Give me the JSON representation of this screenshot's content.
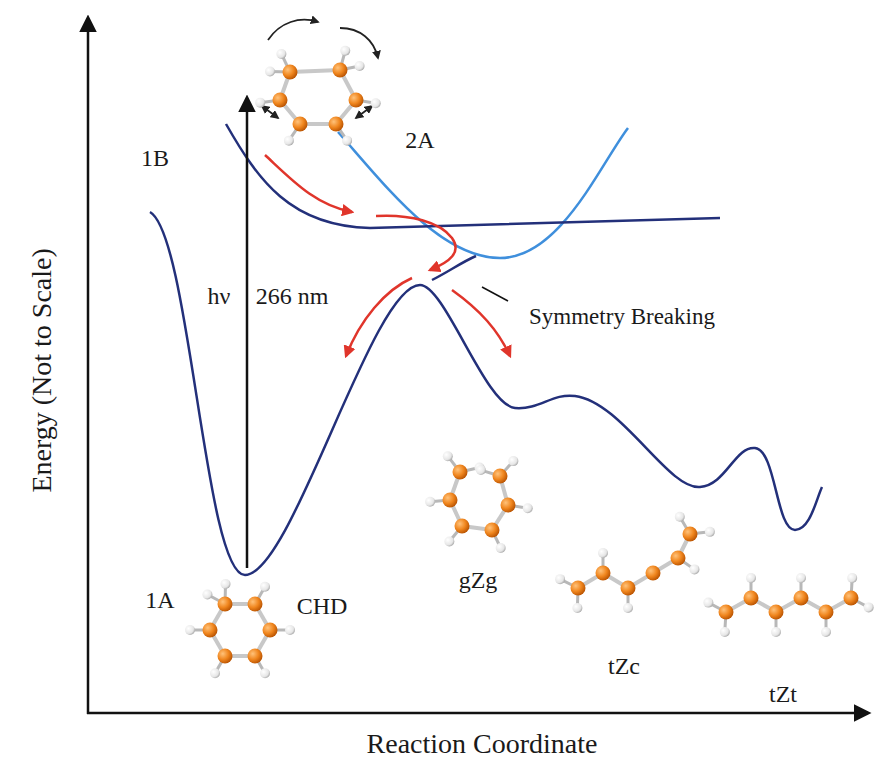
{
  "diagram": {
    "labels": [
      "1B",
      "2A",
      "hν",
      "266 nm",
      "Symmetry Breaking",
      "1A",
      "CHD",
      "gZg",
      "tZc",
      "tZt",
      "Energy (Not to Scale)",
      "Reaction Coordinate"
    ]
  }
}
